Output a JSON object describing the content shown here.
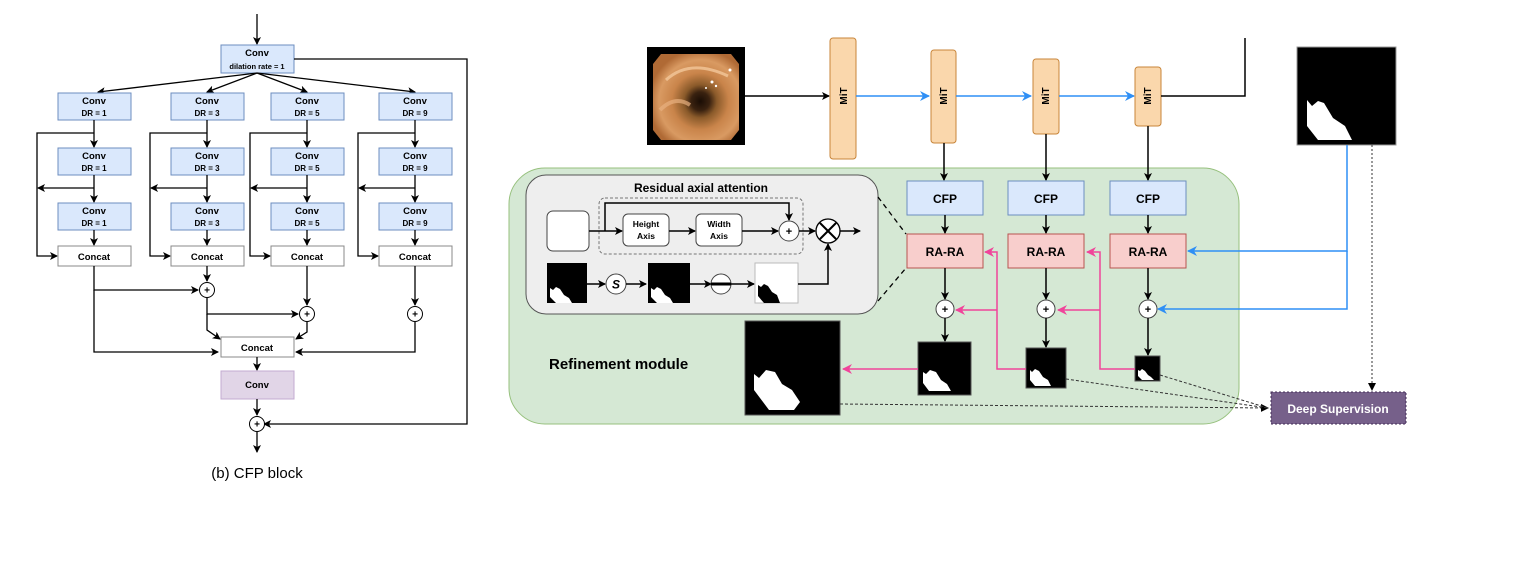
{
  "cfp_block": {
    "caption": "(b) CFP block",
    "input_conv": {
      "title": "Conv",
      "subtitle": "dilation rate = 1"
    },
    "branches": [
      {
        "dr_label": "DR = 1",
        "convs": [
          "Conv",
          "Conv",
          "Conv"
        ],
        "concat": "Concat"
      },
      {
        "dr_label": "DR = 3",
        "convs": [
          "Conv",
          "Conv",
          "Conv"
        ],
        "concat": "Concat"
      },
      {
        "dr_label": "DR = 5",
        "convs": [
          "Conv",
          "Conv",
          "Conv"
        ],
        "concat": "Concat"
      },
      {
        "dr_label": "DR = 9",
        "convs": [
          "Conv",
          "Conv",
          "Conv"
        ],
        "concat": "Concat"
      }
    ],
    "final_concat": "Concat",
    "final_conv": "Conv",
    "add_symbol": "+"
  },
  "architecture": {
    "input_image": "colonoscopy-frame",
    "encoder_label": "MiT",
    "encoders": [
      "MiT",
      "MiT",
      "MiT",
      "MiT"
    ],
    "cfp_labels": [
      "CFP",
      "CFP",
      "CFP"
    ],
    "rara_labels": [
      "RA-RA",
      "RA-RA",
      "RA-RA"
    ],
    "add_symbol": "+",
    "refinement_title": "Refinement module",
    "deep_supervision": "Deep Supervision",
    "ground_truth": "ground-truth-mask",
    "attention": {
      "title": "Residual axial attention",
      "height_axis": [
        "Height",
        "Axis"
      ],
      "width_axis": [
        "Width",
        "Axis"
      ],
      "sigmoid_symbol": "S",
      "add_symbol": "+"
    }
  },
  "colors": {
    "conv_fill": "#dae8fc",
    "conv_stroke": "#6c8ebf",
    "final_conv_fill": "#e1d5e7",
    "final_conv_stroke": "#9673a6",
    "mit_fill": "#fad7ac",
    "mit_stroke": "#b46504",
    "rara_fill": "#f8cecc",
    "rara_stroke": "#b85450",
    "refine_fill": "#d5e8d4",
    "refine_stroke": "#82b366",
    "attention_fill": "#eeeeee",
    "deep_sup_fill": "#76608a",
    "blue_arrow": "#2f8ff5",
    "pink_arrow": "#f0449a"
  }
}
